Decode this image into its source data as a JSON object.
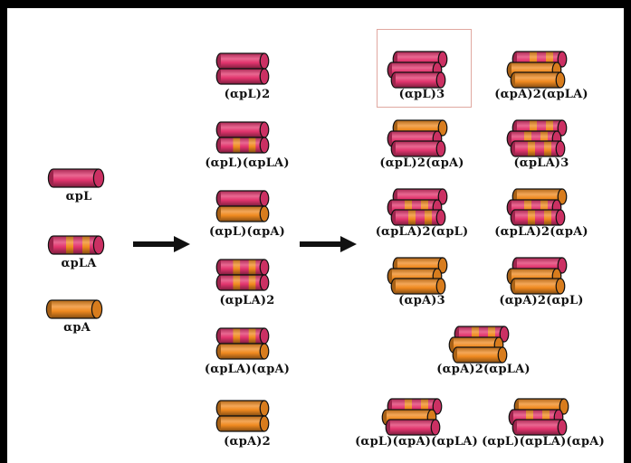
{
  "colors": {
    "pink": "#e2356e",
    "orange": "#f08a20",
    "frame": "#000000",
    "highlight": "#e0a8a0"
  },
  "monomers": [
    {
      "label": "αpL",
      "pattern": "P"
    },
    {
      "label": "αpLA",
      "pattern": "S"
    },
    {
      "label": "αpA",
      "pattern": "O"
    }
  ],
  "dimers": [
    {
      "label": "(αpL)2",
      "helices": [
        "P",
        "P"
      ]
    },
    {
      "label": "(αpL)(αpLA)",
      "helices": [
        "P",
        "S"
      ]
    },
    {
      "label": "(αpL)(αpA)",
      "helices": [
        "P",
        "O"
      ]
    },
    {
      "label": "(αpLA)2",
      "helices": [
        "S",
        "S"
      ]
    },
    {
      "label": "(αpLA)(αpA)",
      "helices": [
        "S",
        "O"
      ]
    },
    {
      "label": "(αpA)2",
      "helices": [
        "O",
        "O"
      ]
    }
  ],
  "trimers": [
    {
      "label": "(αpL)3",
      "helices": [
        "P",
        "P",
        "P"
      ],
      "highlighted": true
    },
    {
      "label": "(αpA)2(αpLA)",
      "helices": [
        "S",
        "O",
        "O"
      ]
    },
    {
      "label": "(αpL)2(αpA)",
      "helices": [
        "O",
        "P",
        "P"
      ]
    },
    {
      "label": "(αpLA)3",
      "helices": [
        "S",
        "S",
        "S"
      ]
    },
    {
      "label": "(αpLA)2(αpL)",
      "helices": [
        "P",
        "S",
        "S"
      ]
    },
    {
      "label": "(αpLA)2(αpA)",
      "helices": [
        "O",
        "S",
        "S"
      ]
    },
    {
      "label": "(αpA)3",
      "helices": [
        "O",
        "O",
        "O"
      ]
    },
    {
      "label": "(αpA)2(αpL)",
      "helices": [
        "P",
        "O",
        "O"
      ]
    },
    {
      "label": "(αpA)2(αpLA)",
      "helices": [
        "S",
        "O",
        "O"
      ]
    },
    {
      "label": "(αpL)(αpA)(αpLA)",
      "helices": [
        "S",
        "O",
        "P"
      ]
    },
    {
      "label": "(αpL)(αpLA)(αpA)",
      "helices": [
        "O",
        "S",
        "P"
      ]
    }
  ]
}
